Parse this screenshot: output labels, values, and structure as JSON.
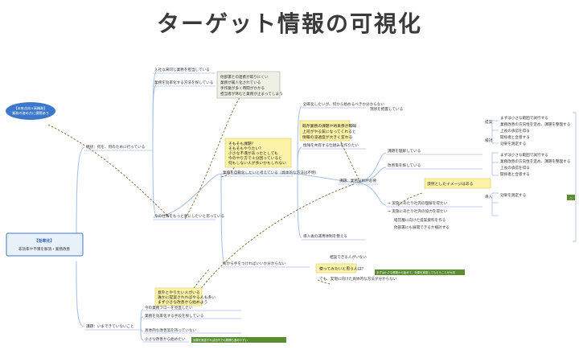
{
  "title": "ターゲット情報の可視化",
  "colors": {
    "accent_blue": "#3b78c9",
    "note_yellow": "#fdf3a8",
    "note_gray": "#eef0e4",
    "branch_line": "#a9c3e6",
    "dash_line": "#7a6a2a",
    "green_tag": "#5a8c32"
  },
  "root": {
    "line1": "【効率化】",
    "line2": "非効率や不満を解消・業務改善"
  },
  "left_blue_note": {
    "line1": "【未来志向×高機能】",
    "line2": "業務の進め方に課題あり"
  },
  "branches": {
    "upper_label": "現状：何を、何のために行っている",
    "lower_label": "課題：いまできていないこと"
  },
  "upper_nodes": [
    "入社以来同じ業務を担当している",
    "業務を効率化する方法を探している",
    "今の仕事をもっと楽にしたいと思っている"
  ],
  "gray_note": [
    "他部署との連携が取りにくい",
    "業務が属人化されている",
    "手作業が多く時間がかかる",
    "担当者が休むと業務が止まってしまう"
  ],
  "yellow_note_center": [
    "そもそも課題？",
    "そもそもやりたい？",
    "小さな不満があったとしても",
    "今のやり方で十分回っていると",
    "何もしない人が多いかもしれない"
  ],
  "yellow_note_right": [
    "既存業務の課題や将来像が曖昧",
    "上司がやる気になってくれると",
    "情報の浸透度が大きく変わる"
  ],
  "yellow_note_mid": [
    "漠然としたイメージはある",
    "でも、実現に向けた具体的な方法が分からない"
  ],
  "yellow_note_small": [
    "使ってみたいと思う人は？"
  ],
  "yellow_note_lower": [
    "意外とやりたい人がいる",
    "誰かに提案されればやる人も多い",
    "まず小さな改善から始めよう"
  ],
  "mid_nodes": [
    "業務を自動化したいと考えている（具体的な方法は不明）",
    "効率化したいが、何から始めるべきか分からない",
    "情報を共有する仕組みを作りたい"
  ],
  "right_chain_top": [
    "現状を把握している",
    "課題を理解している",
    "改善策を探している"
  ],
  "right_chain_mid": [
    "課題：業務分析が必要",
    "→ 実施にあたり社内の理解を得たい",
    "→ 実施にあたり社内の協力を得たい"
  ],
  "right_tags": [
    "提案",
    "検討",
    "導入"
  ],
  "right_leaves": [
    "まずは小さな範囲で試行する",
    "業務改善の方向性を定め、課題を整理する",
    "上長の承認を得る",
    "関係者と合意する",
    "効果を測定する",
    "まずは小さな範囲で試行する",
    "業務改善の方向性を定め、課題を整理する",
    "上長の承認を得る",
    "関係者と合意する",
    "効果を測定する"
  ],
  "lower_right_nodes": [
    "経営層に向けた提案資料を作る",
    "他部署にも展開できるか検討する",
    "導入後の運用体制を整える"
  ],
  "bottom_left_nodes": [
    "今の業務フローを見直したい",
    "業務を効率化する手段を探している",
    "具体的な改善案を持っていない",
    "小さな改善から始めたい"
  ],
  "green_tags": [
    "まずは小さな業務から始めて、効果を実感してもらうことが大切",
    "効果を実感すれば社内での展開も進めやすい"
  ],
  "mid_center_nodes": [
    "何から手をつければいいか分からない",
    "相談できる人がいない"
  ],
  "flag": "○"
}
